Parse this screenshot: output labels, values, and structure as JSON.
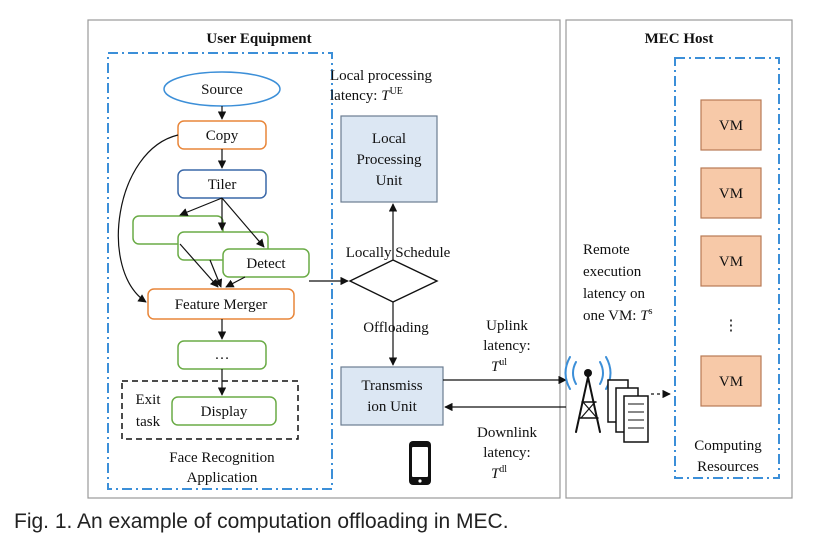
{
  "ue": {
    "title": "User Equipment",
    "source": "Source",
    "copy": "Copy",
    "tiler": "Tiler",
    "detect": "Detect",
    "merger": "Feature Merger",
    "ellipsis": "…",
    "exit_line1": "Exit",
    "exit_line2": "task",
    "display": "Display",
    "app_line1": "Face Recognition",
    "app_line2": "Application"
  },
  "middle": {
    "local_latency_line1": "Local processing",
    "local_latency_line2": "latency: ",
    "local_latency_sym": "T",
    "local_latency_sup": "UE",
    "lpu_line1": "Local",
    "lpu_line2": "Processing",
    "lpu_line3": "Unit",
    "schedule": "Locally Schedule",
    "offloading": "Offloading",
    "tu_line1": "Transmiss",
    "tu_line2": "ion Unit",
    "uplink_line1": "Uplink",
    "uplink_line2": "latency:",
    "uplink_sym": "T",
    "uplink_sup": "ul",
    "downlink_line1": "Downlink",
    "downlink_line2": "latency:",
    "downlink_sym": "T",
    "downlink_sup": "dl",
    "remote_line1": "Remote",
    "remote_line2": "execution",
    "remote_line3": "latency on",
    "remote_line4": "one VM: ",
    "remote_sym": "T",
    "remote_sup": "s"
  },
  "mec": {
    "title": "MEC Host",
    "vms": [
      "VM",
      "VM",
      "VM",
      "VM"
    ],
    "vdots": "⋮",
    "res_line1": "Computing",
    "res_line2": "Resources"
  },
  "caption": "Fig. 1. An example of computation offloading in MEC.",
  "colors": {
    "orange": "#e8863a",
    "blue": "#3a68a8",
    "green": "#6aab46",
    "dashblue": "#3c8fd8",
    "lightblue": "#dce7f3",
    "vmfill": "#f7c9a8"
  }
}
